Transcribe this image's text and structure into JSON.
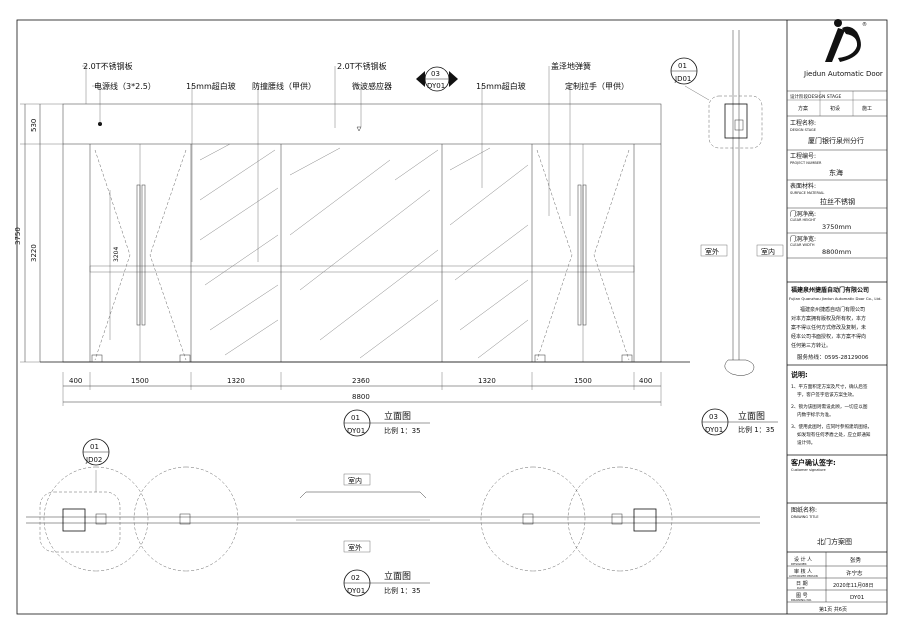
{
  "callouts": {
    "top_left": [
      "2.0T不锈钢板",
      "电源线（3*2.5）",
      "15mm超白玻",
      "防撞腰线（甲供）"
    ],
    "top_center": [
      "2.0T不锈钢板",
      "微波感应器"
    ],
    "top_right": [
      "15mm超白玻",
      "盖泽地弹簧",
      "定制拉手（甲供）"
    ]
  },
  "section_marker": {
    "number": "03",
    "sheet": "DY01"
  },
  "elevation": {
    "dim_left": {
      "total": "3750",
      "top": "530",
      "lower": "3220",
      "handle": "3204"
    },
    "bottom_dims": [
      "400",
      "1500",
      "1320",
      "2360",
      "1320",
      "1500",
      "400"
    ],
    "overall": "8800",
    "mark_number": "01",
    "mark_sheet": "DY01",
    "title": "立面图",
    "scale": "比例 1：35"
  },
  "plan": {
    "detail_number": "01",
    "detail_sheet": "JD02",
    "inside_label": "室内",
    "outside_label": "室外",
    "mark_number": "02",
    "mark_sheet": "DY01",
    "title": "立面图",
    "scale": "比例 1：35"
  },
  "side_section": {
    "detail_number": "01",
    "detail_sheet": "JD01",
    "outside_label": "室外",
    "inside_label": "室内",
    "mark_number": "03",
    "mark_sheet": "DY01",
    "title": "立面图",
    "scale": "比例 1：35"
  },
  "title_block": {
    "brand": "Jiedun Automatic Door",
    "design_stage_label": "设计阶段DESIGN STAGE",
    "stage_cells": [
      "方案",
      "初设",
      "施工"
    ],
    "project_name_label": "工程名称:",
    "project_name_en": "DESIGN STAGE",
    "project_name": "厦门银行泉州分行",
    "project_no_label": "工程编号:",
    "project_no_en": "PROJECT NUMBER",
    "project_no": "东海",
    "material_label": "表面材料:",
    "material_en": "SURFACE MATERIAL",
    "material": "拉丝不锈钢",
    "clear_height_label": "门洞净高:",
    "clear_height_en": "CLEAR HEIGHT",
    "clear_height": "3750mm",
    "clear_width_label": "门洞净宽:",
    "clear_width_en": "CLEAR WIDTH",
    "clear_width": "8800mm",
    "company_cn": "福建泉州捷盾自动门有限公司",
    "company_en": "Fujian Quanzhou Jiedun Automatic Door Co., Ltd.",
    "copyright": [
      "福建泉州捷盾自动门有限公司",
      "对本方案拥有版权及所有权，本方",
      "案不得以任何方式修改及复制，未",
      "经本公司书面授权，本方案不得向",
      "任何第三方转让。"
    ],
    "service_tel": "服务热线：0595-28129006",
    "notes_label": "说明:",
    "notes": [
      "1、平方面积定方案及尺寸，确认后签",
      "字，客户签字后该方案生效。",
      "2、锁为该图则需设此顾，一切应以图",
      "内数字标示为准。",
      "3、使用此图时，应同时参照建筑图纸，",
      "如发现有任何矛盾之处，应立即通知",
      "设计师。"
    ],
    "customer_sign_label": "客户确认签字:",
    "customer_sign_en": "Customer signature",
    "drawing_name_label": "图纸名称:",
    "drawing_name_en": "DRAWING TITLE",
    "drawing_name": "北门方案图",
    "designer_label": "设 计 人",
    "designer_en": "DESIGNER",
    "designer": "张秀",
    "approver_label": "审 核 人",
    "approver_en": "AUTHORIZED PERSON",
    "approver": "许宁志",
    "date_label": "日 期",
    "date_en": "DATE",
    "date": "2020年11月08日",
    "drawing_no_label": "图 号",
    "drawing_no_en": "DRAWING NO.",
    "drawing_no": "DY01",
    "page": "第1页  共6页"
  },
  "colors": {
    "ink": "#111111",
    "line": "#333333",
    "glass_hatch": "#777777"
  },
  "icons": [
    "jiedun-logo-icon",
    "elevation-mark-icon",
    "detail-bubble-icon",
    "door-pivot-icon"
  ]
}
